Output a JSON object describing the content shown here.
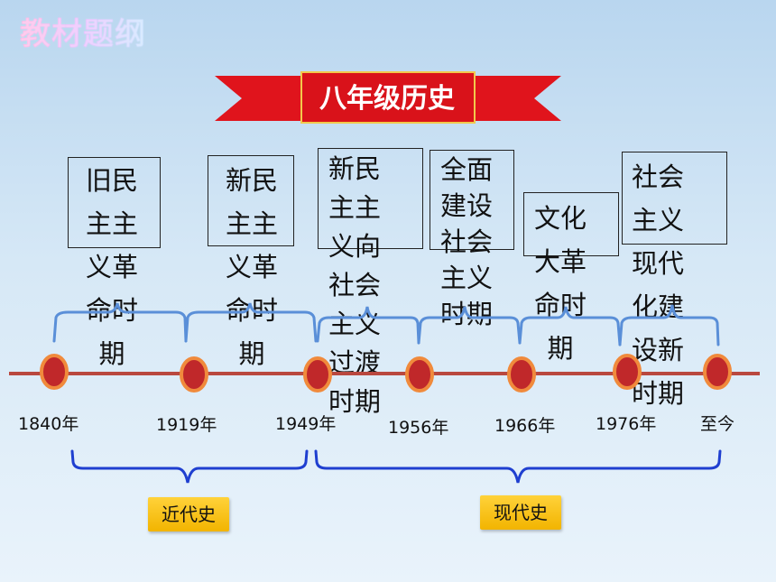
{
  "header": {
    "title": "教材题纲"
  },
  "banner": {
    "title": "八年级历史"
  },
  "periods": [
    {
      "label": "旧民主主义革命时期"
    },
    {
      "label": "新民主主义革命时期"
    },
    {
      "label": "新民主主义向社会主义过渡时期"
    },
    {
      "label": "全面建设社会主义时期"
    },
    {
      "label": "文化大革命时期"
    },
    {
      "label": "社会主义现代化建设新时期"
    }
  ],
  "timeline": {
    "years": [
      "1840年",
      "1919年",
      "1949年",
      "1956年",
      "1966年",
      "1976年",
      "至今"
    ]
  },
  "eras": [
    {
      "label": "近代史"
    },
    {
      "label": "现代史"
    }
  ],
  "colors": {
    "timeline_line": "#b9483f",
    "node_fill": "#c0282a",
    "node_ring": "#f08a3c",
    "brace": "#5a8fd8",
    "era_brace": "#1f3fd0",
    "banner": "#e0141c",
    "era_label_bg": "#ffc61a"
  }
}
